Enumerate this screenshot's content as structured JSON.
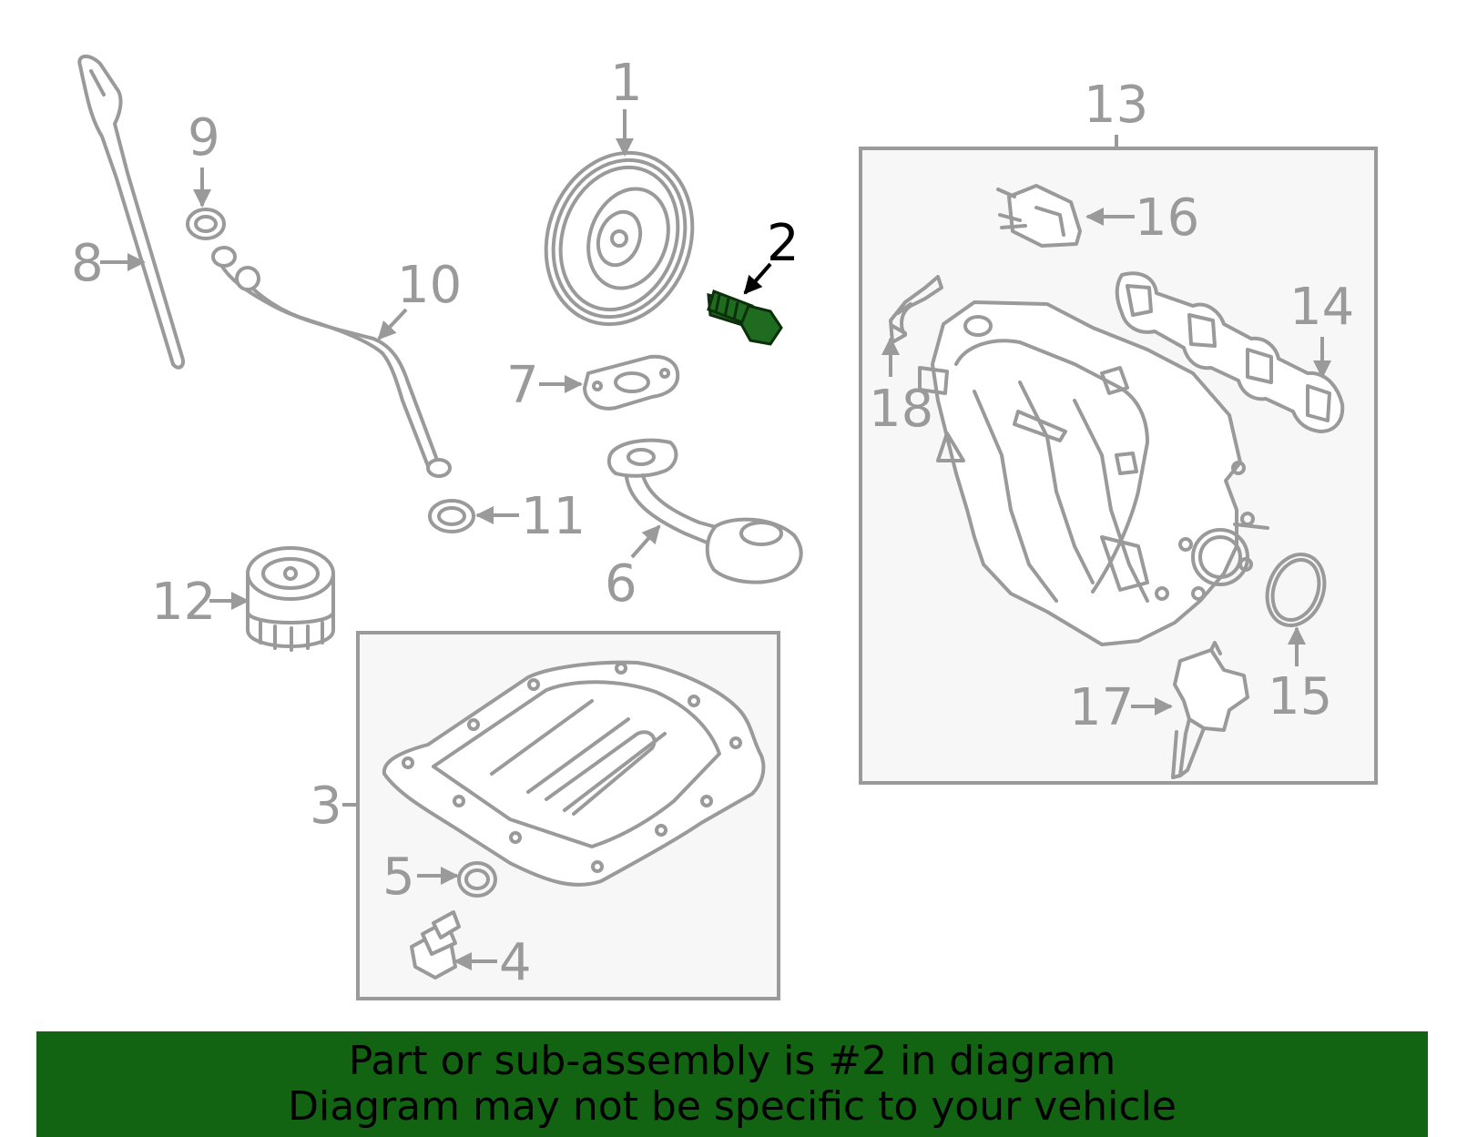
{
  "diagram": {
    "callouts": [
      "1",
      "2",
      "3",
      "4",
      "5",
      "6",
      "7",
      "8",
      "9",
      "10",
      "11",
      "12",
      "13",
      "14",
      "15",
      "16",
      "17",
      "18"
    ],
    "highlighted_part": "2",
    "highlight_color": "#1f6b1f",
    "line_color": "#9a9a9a",
    "banner_color": "#126312"
  },
  "banner": {
    "line1": "Part or sub-assembly is #2 in diagram",
    "line2": "Diagram may not be specific to your vehicle"
  }
}
